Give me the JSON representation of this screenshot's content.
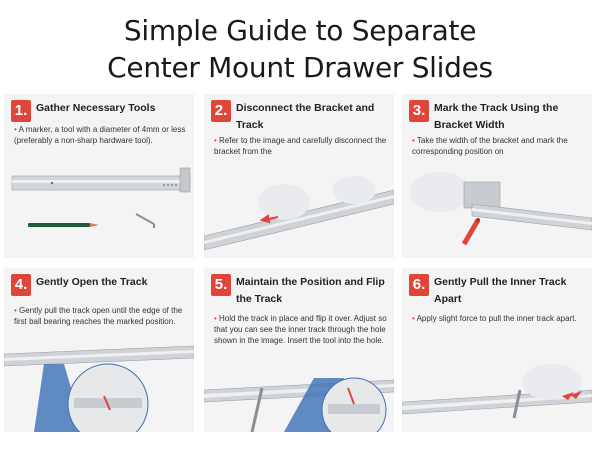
{
  "title": {
    "line1": "Simple Guide to Separate",
    "line2": "Center Mount Drawer Slides"
  },
  "steps": [
    {
      "number": "1.",
      "title": "Gather Necessary Tools",
      "text": "A marker, a tool with a diameter of 4mm or less (preferably a non-sharp hardware tool)."
    },
    {
      "number": "2.",
      "title": "Disconnect the Bracket and Track",
      "text": "Refer to the image and carefully disconnect the bracket from the"
    },
    {
      "number": "3.",
      "title": "Mark the Track Using the Bracket Width",
      "text": "Take the width of the bracket and mark the corresponding position on"
    },
    {
      "number": "4.",
      "title": "Gently Open the Track",
      "text": "Gently pull the track open until the edge of the first ball bearing reaches the marked position."
    },
    {
      "number": "5.",
      "title": "Maintain the Position and Flip the Track",
      "text": "Hold the track in place and flip it over. Adjust so that you can see the inner track through the hole shown in the image. Insert the tool into the hole."
    },
    {
      "number": "6.",
      "title": "Gently Pull the Inner Track Apart",
      "text": "Apply slight force to pull the inner track apart."
    }
  ],
  "colors": {
    "accent": "#e0453a",
    "card_bg": "#f4f4f4",
    "rail": "#c9cdd2",
    "hint": "#3b6fb5"
  }
}
